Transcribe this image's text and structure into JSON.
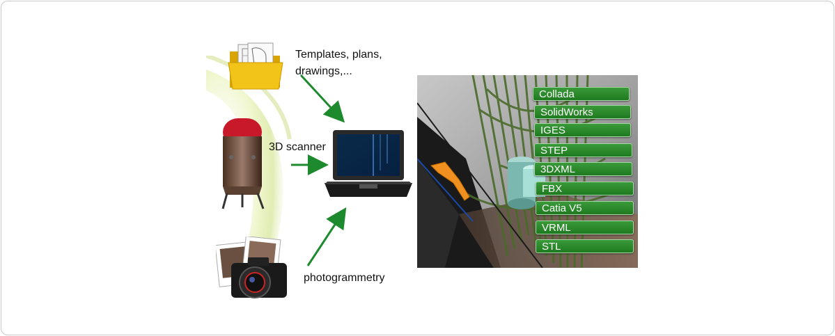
{
  "sources": {
    "templates_label": "Templates, plans, drawings,...",
    "templates_line1": "Templates, plans,",
    "templates_line2": "drawings,...",
    "scanner_label": "3D scanner",
    "photo_label": "photogrammetry"
  },
  "formats": [
    "Collada",
    "SolidWorks",
    "IGES",
    "STEP",
    "3DXML",
    "FBX",
    "Catia V5",
    "VRML",
    "STL"
  ],
  "colors": {
    "arrow": "#1e8a2e",
    "format_bg": "#2a8a2a",
    "folder": "#f2b705"
  },
  "icons": [
    "folder-icon",
    "tank-icon",
    "camera-icon",
    "laptop-icon",
    "scene-3d-image"
  ]
}
